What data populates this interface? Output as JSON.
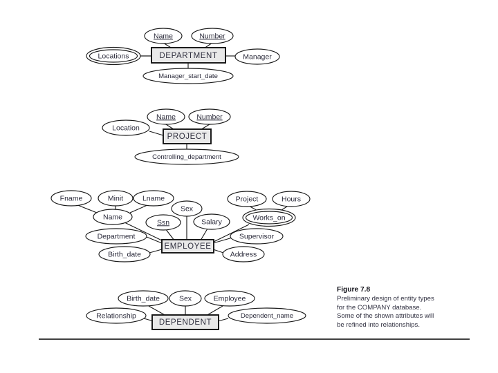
{
  "figure": {
    "title": "Figure 7.8",
    "caption_lines": [
      "Preliminary design of entity types",
      "for the COMPANY database.",
      "Some of the shown attributes will",
      "be refined into relationships."
    ]
  },
  "colors": {
    "entity_fill": "#e9e9e9",
    "entity_stroke": "#111111",
    "attribute_fill": "#ffffff",
    "attribute_stroke": "#1a1a1a",
    "text": "#2a2a3a",
    "page_background": "#ffffff"
  },
  "entities": [
    {
      "id": "department",
      "name": "DEPARTMENT",
      "attributes": [
        {
          "label": "Name",
          "kind": "key"
        },
        {
          "label": "Number",
          "kind": "key"
        },
        {
          "label": "Locations",
          "kind": "multivalued"
        },
        {
          "label": "Manager",
          "kind": "simple"
        },
        {
          "label": "Manager_start_date",
          "kind": "simple"
        }
      ]
    },
    {
      "id": "project",
      "name": "PROJECT",
      "attributes": [
        {
          "label": "Name",
          "kind": "key"
        },
        {
          "label": "Number",
          "kind": "key"
        },
        {
          "label": "Location",
          "kind": "simple"
        },
        {
          "label": "Controlling_department",
          "kind": "simple"
        }
      ]
    },
    {
      "id": "employee",
      "name": "EMPLOYEE",
      "attributes": [
        {
          "label": "Name",
          "kind": "composite"
        },
        {
          "label": "Fname",
          "kind": "component"
        },
        {
          "label": "Minit",
          "kind": "component"
        },
        {
          "label": "Lname",
          "kind": "component"
        },
        {
          "label": "Ssn",
          "kind": "key"
        },
        {
          "label": "Sex",
          "kind": "simple"
        },
        {
          "label": "Salary",
          "kind": "simple"
        },
        {
          "label": "Birth_date",
          "kind": "simple"
        },
        {
          "label": "Department",
          "kind": "simple"
        },
        {
          "label": "Address",
          "kind": "simple"
        },
        {
          "label": "Supervisor",
          "kind": "simple"
        },
        {
          "label": "Works_on",
          "kind": "multivalued-composite"
        },
        {
          "label": "Project",
          "kind": "component"
        },
        {
          "label": "Hours",
          "kind": "component"
        }
      ]
    },
    {
      "id": "dependent",
      "name": "DEPENDENT",
      "attributes": [
        {
          "label": "Birth_date",
          "kind": "simple"
        },
        {
          "label": "Sex",
          "kind": "simple"
        },
        {
          "label": "Employee",
          "kind": "simple"
        },
        {
          "label": "Relationship",
          "kind": "simple"
        },
        {
          "label": "Dependent_name",
          "kind": "simple"
        }
      ]
    }
  ],
  "nodes": {
    "dept_entity": "DEPARTMENT",
    "dept_name": "Name",
    "dept_number": "Number",
    "dept_locations": "Locations",
    "dept_manager": "Manager",
    "dept_msd": "Manager_start_date",
    "proj_entity": "PROJECT",
    "proj_name": "Name",
    "proj_number": "Number",
    "proj_location": "Location",
    "proj_ctrl": "Controlling_department",
    "emp_entity": "EMPLOYEE",
    "emp_fname": "Fname",
    "emp_minit": "Minit",
    "emp_lname": "Lname",
    "emp_name": "Name",
    "emp_ssn": "Ssn",
    "emp_sex": "Sex",
    "emp_salary": "Salary",
    "emp_department": "Department",
    "emp_birthdate": "Birth_date",
    "emp_address": "Address",
    "emp_supervisor": "Supervisor",
    "emp_workson": "Works_on",
    "emp_project": "Project",
    "emp_hours": "Hours",
    "dep_entity": "DEPENDENT",
    "dep_birthdate": "Birth_date",
    "dep_sex": "Sex",
    "dep_employee": "Employee",
    "dep_relationship": "Relationship",
    "dep_name": "Dependent_name"
  }
}
